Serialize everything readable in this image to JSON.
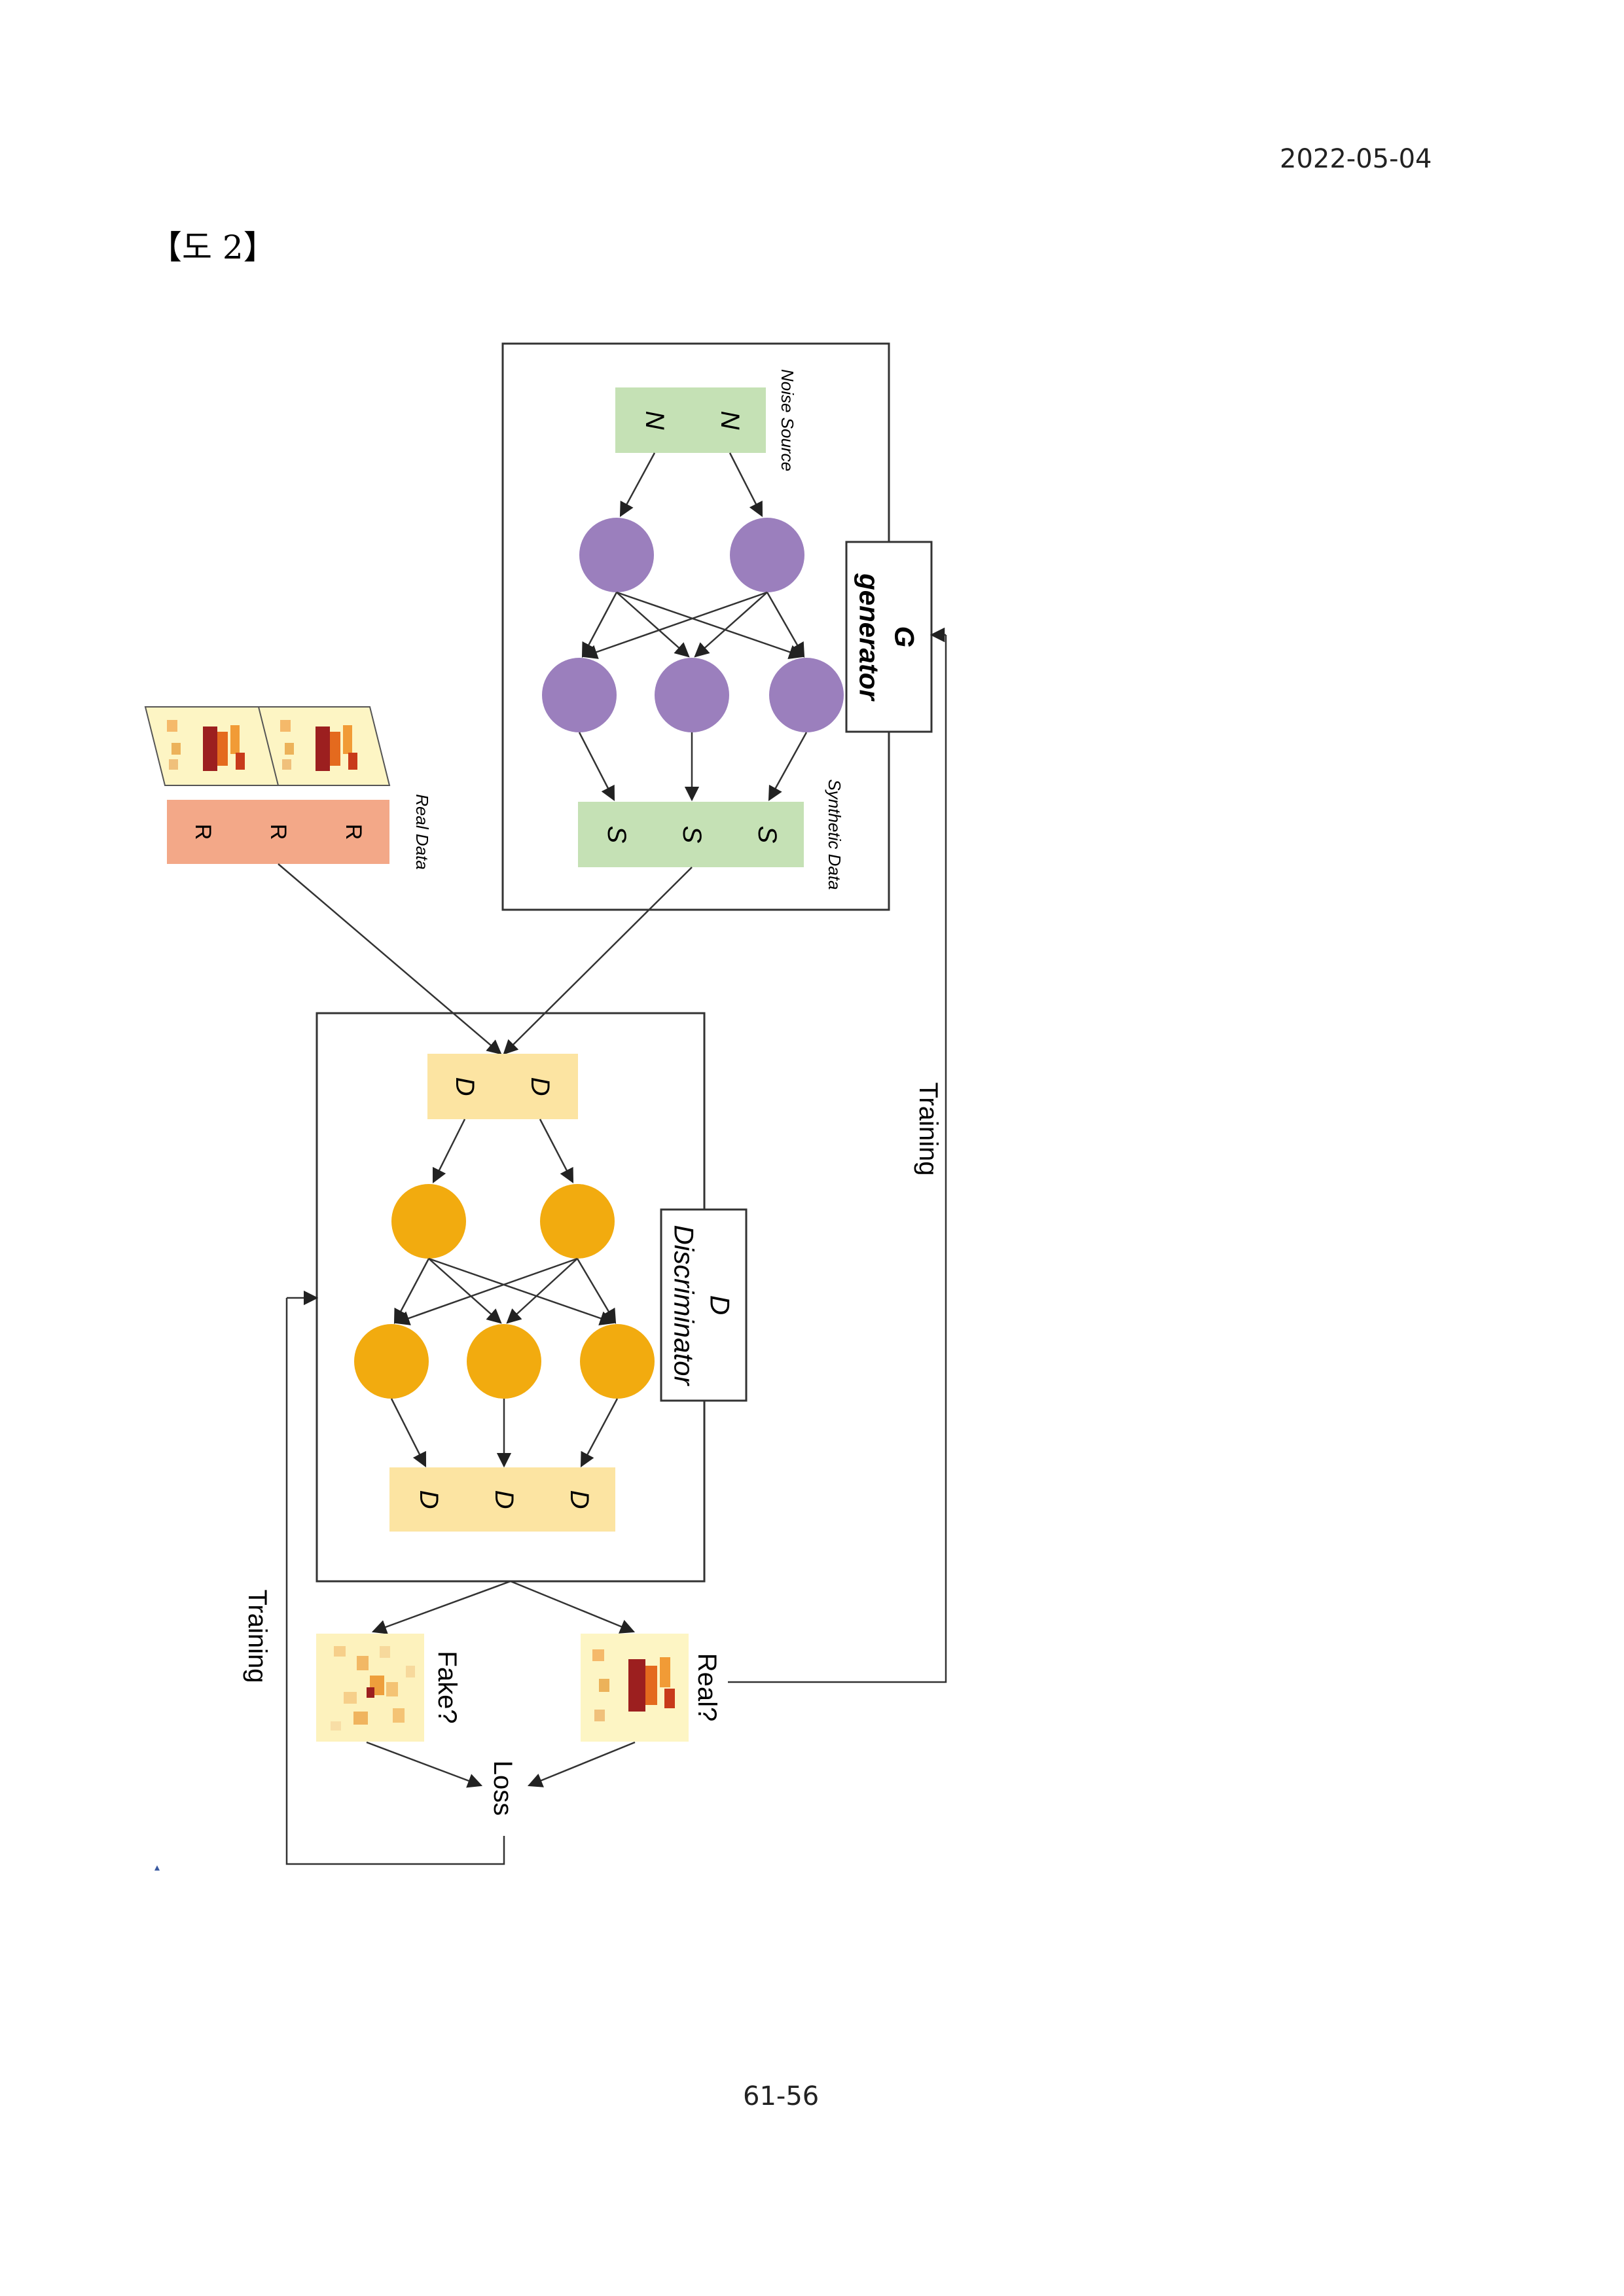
{
  "header": {
    "date": "2022-05-04",
    "figure_label": "【도 2】"
  },
  "footer": {
    "page_number": "61-56"
  },
  "diagram": {
    "generator": {
      "letter": "G",
      "name": "generator"
    },
    "discriminator": {
      "letter": "D",
      "name": "Discriminator"
    },
    "noise_source": {
      "label": "Noise Source",
      "node": "N"
    },
    "synthetic_data": {
      "label": "Synthetic Data",
      "node": "S"
    },
    "real_data": {
      "label": "Real Data",
      "node": "R"
    },
    "disc_node": "D",
    "fake_label": "Fake?",
    "real_label": "Real?",
    "loss_label": "Loss",
    "training_label": "Training"
  },
  "colors": {
    "generator_node": "#9b7fbd",
    "discriminator_node": "#f2ab0f",
    "noise_box": "#c5e1b5",
    "real_box": "#f3a888",
    "disc_box": "#fce4a2",
    "line": "#333333"
  }
}
